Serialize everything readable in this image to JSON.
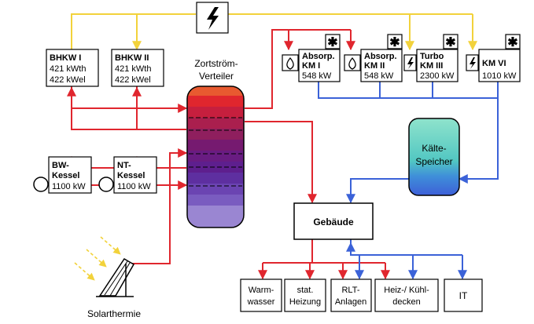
{
  "units": {
    "bhkw1": {
      "name": "BHKW I",
      "line1": "421 kWth",
      "line2": "422 kWel"
    },
    "bhkw2": {
      "name": "BHKW II",
      "line1": "421 kWth",
      "line2": "422 kWel"
    },
    "bw": {
      "name1": "BW-",
      "name2": "Kessel",
      "power": "1100 kW"
    },
    "nt": {
      "name1": "NT-",
      "name2": "Kessel",
      "power": "1100 kW"
    },
    "km1": {
      "name1": "Absorp.",
      "name2": "KM I",
      "power": "548 kW"
    },
    "km2": {
      "name1": "Absorp.",
      "name2": "KM II",
      "power": "548 kW"
    },
    "km3": {
      "name1": "Turbo",
      "name2": "KM III",
      "power": "2300 kW"
    },
    "km6": {
      "name1": "KM VI",
      "power": "1010 kW"
    }
  },
  "labels": {
    "zortstroem1": "Zortström-",
    "zortstroem2": "Verteiler",
    "kaelte1": "Kälte-",
    "kaelte2": "Speicher",
    "gebaeude": "Gebäude",
    "solarthermie": "Solarthermie"
  },
  "consumers": {
    "warmwasser": {
      "l1": "Warm-",
      "l2": "wasser"
    },
    "heizung": {
      "l1": "stat.",
      "l2": "Heizung"
    },
    "rlt": {
      "l1": "RLT-",
      "l2": "Anlagen"
    },
    "heizkuehl": {
      "l1": "Heiz-/ Kühl-",
      "l2": "decken"
    },
    "it": {
      "l1": "IT"
    }
  },
  "colors": {
    "heat": "#e0262e",
    "cold": "#3b62d8",
    "power": "#f2d23b"
  },
  "icons": [
    "lightning-icon",
    "snowflake-icon",
    "flame-icon",
    "sun-rays-icon"
  ]
}
